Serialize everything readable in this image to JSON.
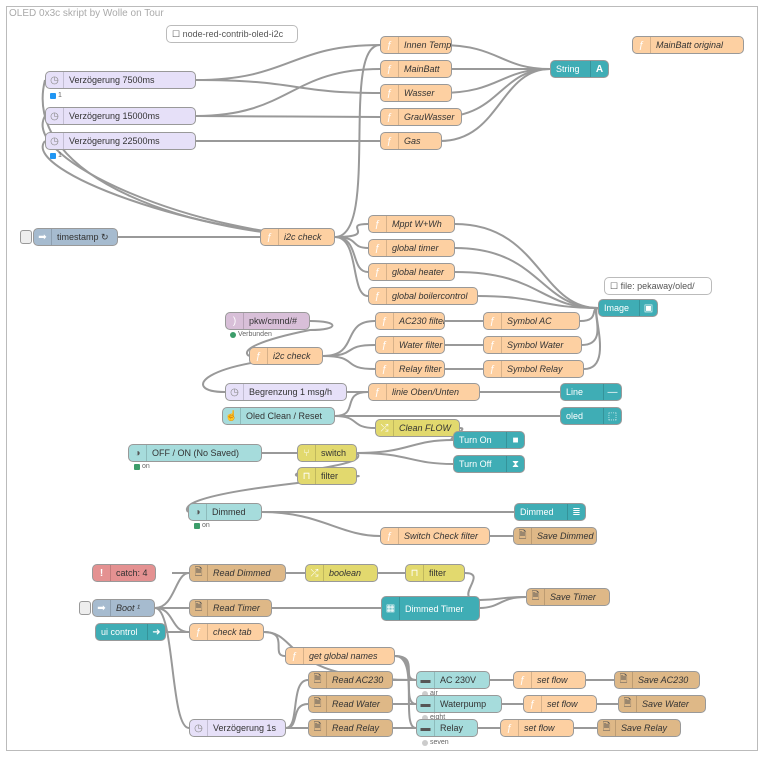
{
  "flow": {
    "title": "OLED 0x3c skript by Wolle on Tour"
  },
  "comments": {
    "oled_lib": "node-red-contrib-oled-i2c",
    "file": "file: pekaway/oled/"
  },
  "nodes": {
    "innen_temp": "Innen Temp",
    "mainbatt": "MainBatt",
    "wasser": "Wasser",
    "grauwasser": "GrauWasser",
    "gas": "Gas",
    "mainbatt_original": "MainBatt original",
    "string": "String",
    "string_icon": "A",
    "delay_7500": "Verzögerung 7500ms",
    "delay_15000": "Verzögerung 15000ms",
    "delay_22500": "Verzögerung 22500ms",
    "timestamp": "timestamp ↻",
    "i2c_check": "i2c check",
    "mppt": "Mppt W+Wh",
    "global_timer": "global timer",
    "global_heater": "global heater",
    "global_boiler": "global boilercontrol",
    "image": "Image",
    "mqtt_in": "pkw/cmnd/#",
    "mqtt_status": "Verbunden",
    "ac230_filter": "AC230 filter",
    "symbol_ac": "Symbol AC",
    "water_filter": "Water filter",
    "symbol_water": "Symbol Water",
    "i2c_check2": "i2c check",
    "relay_filter": "Relay filter",
    "symbol_relay": "Symbol Relay",
    "begrenzung": "Begrenzung 1 msg/h",
    "linie": "linie Oben/Unten",
    "line_out": "Line",
    "oled_clean": "Oled Clean / Reset",
    "oled_out": "oled",
    "clean_flow": "Clean FLOW",
    "off_on": "OFF / ON (No Saved)",
    "on_status": "on",
    "switch": "switch",
    "turn_on": "Turn On",
    "turn_off": "Turn Off",
    "filter1": "filter",
    "dimmed": "Dimmed",
    "dimmed_status": "on",
    "dimmed_out": "Dimmed",
    "switch_check": "Switch Check filter",
    "save_dimmed": "Save Dimmed",
    "catch": "catch: 4",
    "read_dimmed": "Read Dimmed",
    "boolean": "boolean",
    "filter2": "filter",
    "boot": "Boot ¹",
    "read_timer": "Read Timer",
    "dimmed_timer": "Dimmed Timer",
    "save_timer": "Save Timer",
    "ui_control": "ui control",
    "check_tab": "check tab",
    "get_global": "get global names",
    "read_ac230": "Read AC230",
    "ac230v": "AC 230V",
    "ac230v_status": "air",
    "set_flow1": "set flow",
    "save_ac230": "Save AC230",
    "read_water": "Read Water",
    "waterpump": "Waterpump",
    "waterpump_status": "eight",
    "set_flow2": "set flow",
    "save_water": "Save Water",
    "read_relay": "Read Relay",
    "relay": "Relay",
    "relay_status": "seven",
    "set_flow3": "set flow",
    "save_relay": "Save Relay",
    "delay_1s": "Verzögerung 1s",
    "delay_status": "1"
  }
}
